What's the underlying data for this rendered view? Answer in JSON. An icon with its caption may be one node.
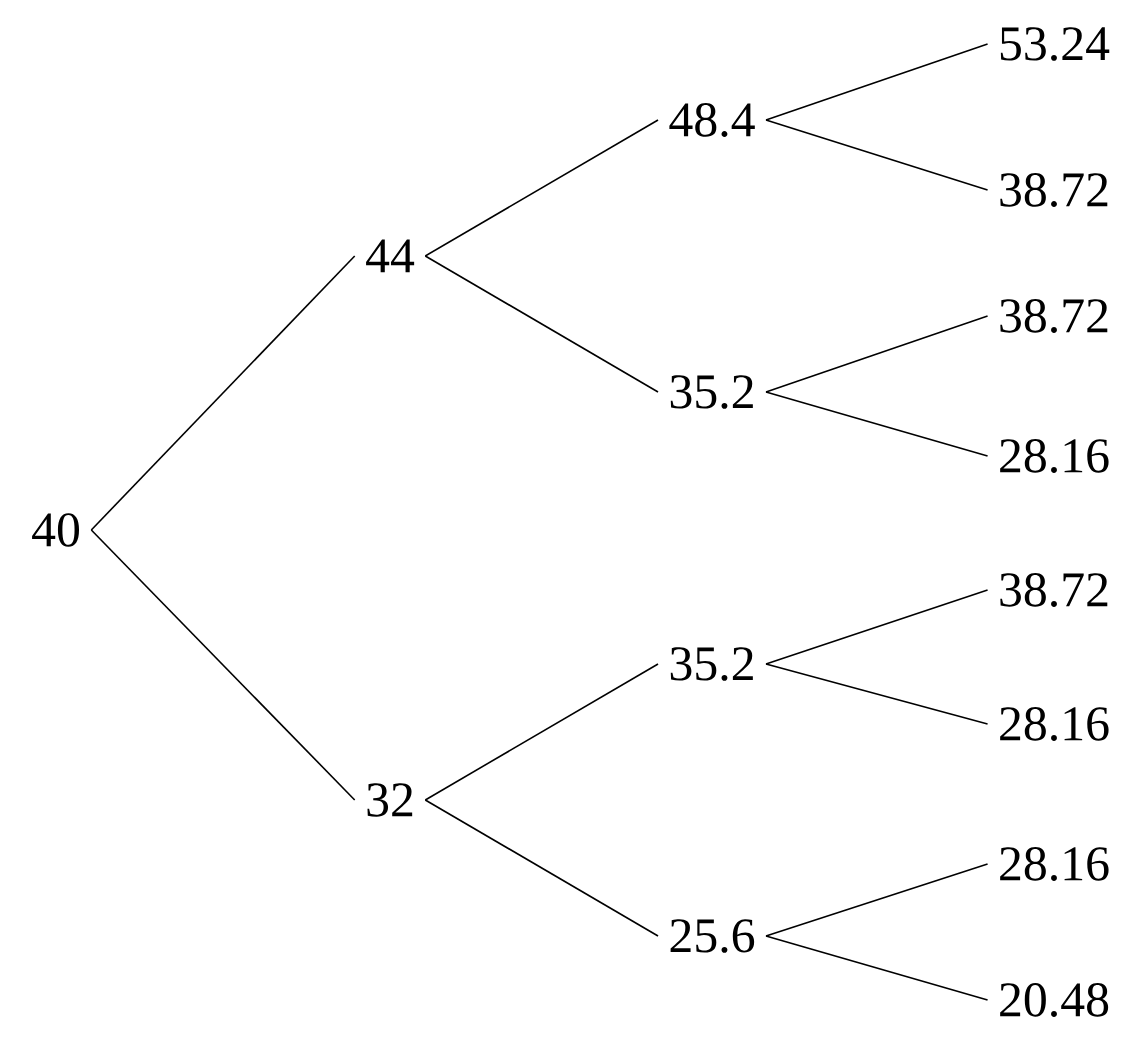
{
  "diagram": {
    "nodes": [
      {
        "text": [
          "40"
        ]
      },
      {
        "text": [
          "44"
        ]
      },
      {
        "text": [
          "48.4"
        ]
      },
      {
        "text": [
          "53.24"
        ]
      },
      {
        "text": [
          "38.72"
        ]
      },
      {
        "text": [
          "35.2"
        ]
      },
      {
        "text": [
          "38.72"
        ]
      },
      {
        "text": [
          "28.16"
        ]
      },
      {
        "text": [
          "32"
        ]
      },
      {
        "text": [
          "35.2"
        ]
      },
      {
        "text": [
          "38.72"
        ]
      },
      {
        "text": [
          "28.16"
        ]
      },
      {
        "text": [
          "25.6"
        ]
      },
      {
        "text": [
          "28.16"
        ]
      },
      {
        "text": [
          "20.48"
        ]
      }
    ],
    "edges": [
      {
        "from": 0,
        "to": 1,
        "arrow": "none"
      },
      {
        "from": 1,
        "to": 2,
        "arrow": "none"
      },
      {
        "from": 2,
        "to": 3,
        "arrow": "none"
      },
      {
        "from": 2,
        "to": 4,
        "arrow": "none"
      },
      {
        "from": 1,
        "to": 5,
        "arrow": "none"
      },
      {
        "from": 5,
        "to": 6,
        "arrow": "none"
      },
      {
        "from": 5,
        "to": 7,
        "arrow": "none"
      },
      {
        "from": 0,
        "to": 8,
        "arrow": "none"
      },
      {
        "from": 8,
        "to": 9,
        "arrow": "none"
      },
      {
        "from": 9,
        "to": 10,
        "arrow": "none"
      },
      {
        "from": 9,
        "to": 11,
        "arrow": "none"
      },
      {
        "from": 8,
        "to": 12,
        "arrow": "none"
      },
      {
        "from": 12,
        "to": 13,
        "arrow": "none"
      },
      {
        "from": 12,
        "to": 14,
        "arrow": "none"
      }
    ]
  }
}
